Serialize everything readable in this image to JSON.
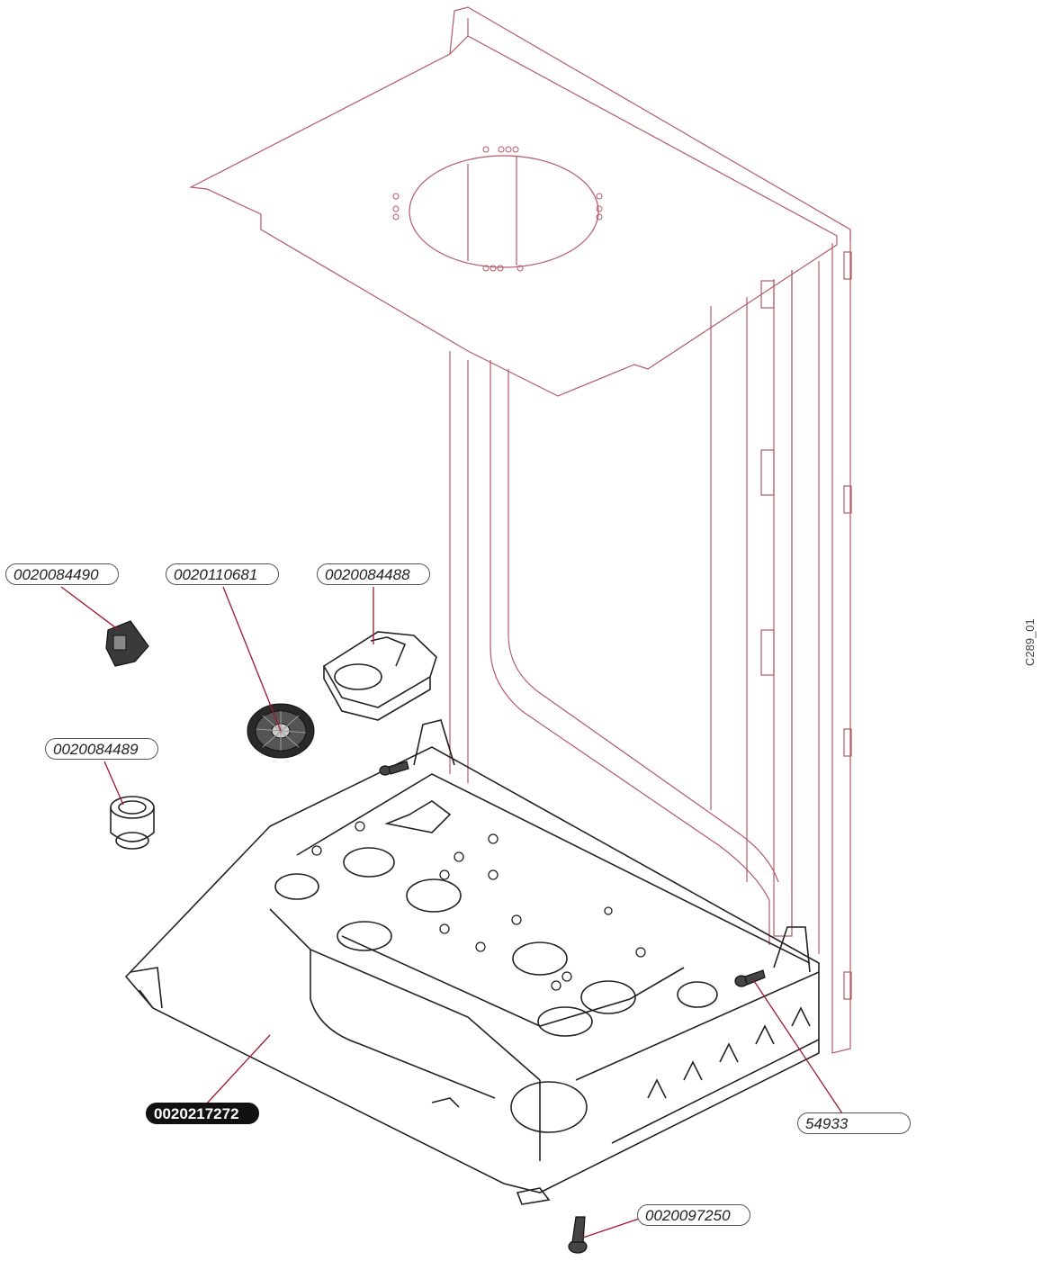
{
  "sheet_id": "C289_01",
  "callouts": [
    {
      "id": "p1",
      "label": "0020084490"
    },
    {
      "id": "p2",
      "label": "0020110681"
    },
    {
      "id": "p3",
      "label": "0020084488"
    },
    {
      "id": "p4",
      "label": "0020084489"
    },
    {
      "id": "p5",
      "label": "0020217272",
      "highlighted": true
    },
    {
      "id": "p6",
      "label": "54933"
    },
    {
      "id": "p7",
      "label": "0020097250"
    }
  ],
  "colors": {
    "outline_red": "#b35a66",
    "leader": "#a01830",
    "dark": "#222222"
  }
}
